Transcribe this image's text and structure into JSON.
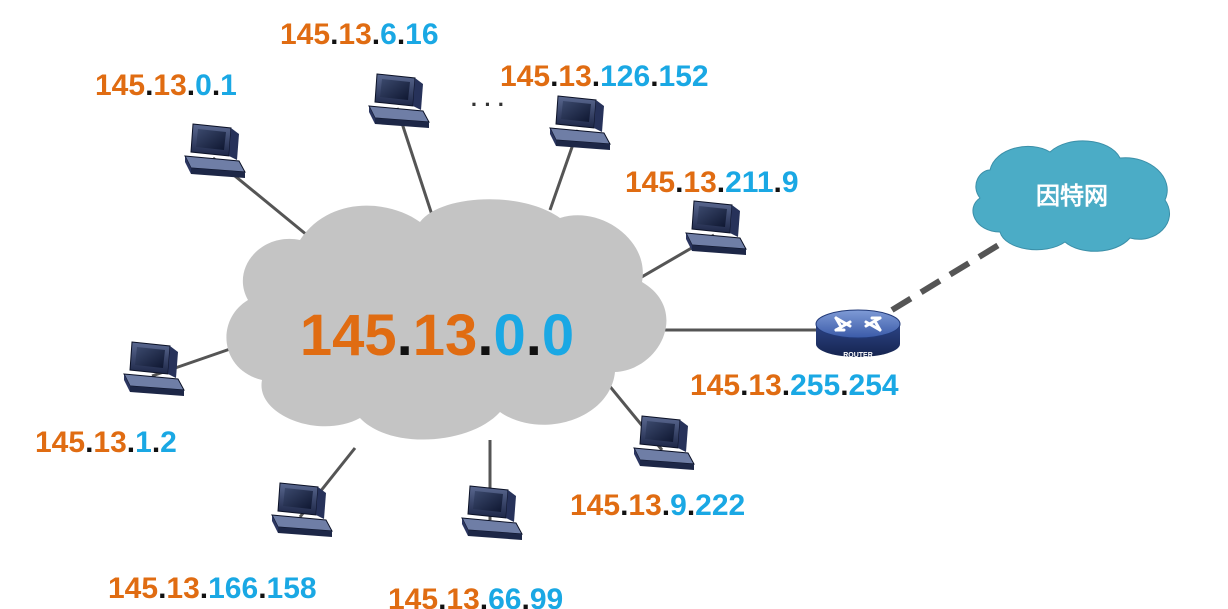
{
  "network": {
    "address_parts": [
      "145",
      ".",
      "13",
      ".",
      "0",
      ".",
      "0"
    ]
  },
  "internet": {
    "label": "因特网"
  },
  "router": {
    "label": "ROUTER",
    "ip_parts": [
      "145",
      ".",
      "13",
      ".",
      "255",
      ".",
      "254"
    ]
  },
  "ellipsis": "· · ·",
  "hosts": [
    {
      "id": "host-1",
      "ip_parts": [
        "145",
        ".",
        "13",
        ".",
        "0",
        ".",
        "1"
      ]
    },
    {
      "id": "host-2",
      "ip_parts": [
        "145",
        ".",
        "13",
        ".",
        "6",
        ".",
        "16"
      ]
    },
    {
      "id": "host-3",
      "ip_parts": [
        "145",
        ".",
        "13",
        ".",
        "126",
        ".",
        "152"
      ]
    },
    {
      "id": "host-4",
      "ip_parts": [
        "145",
        ".",
        "13",
        ".",
        "211",
        ".",
        "9"
      ]
    },
    {
      "id": "host-5",
      "ip_parts": [
        "145",
        ".",
        "13",
        ".",
        "9",
        ".",
        "222"
      ]
    },
    {
      "id": "host-6",
      "ip_parts": [
        "145",
        ".",
        "13",
        ".",
        "66",
        ".",
        "99"
      ]
    },
    {
      "id": "host-7",
      "ip_parts": [
        "145",
        ".",
        "13",
        ".",
        "166",
        ".",
        "158"
      ]
    },
    {
      "id": "host-8",
      "ip_parts": [
        "145",
        ".",
        "13",
        ".",
        "1",
        ".",
        "2"
      ]
    }
  ],
  "colors": {
    "network_part": "#e06c12",
    "host_part": "#1aa8e4",
    "dot": "#111111",
    "cloud_gray": "#c4c4c4",
    "internet_cloud": "#4bacc6",
    "link": "#555555"
  }
}
